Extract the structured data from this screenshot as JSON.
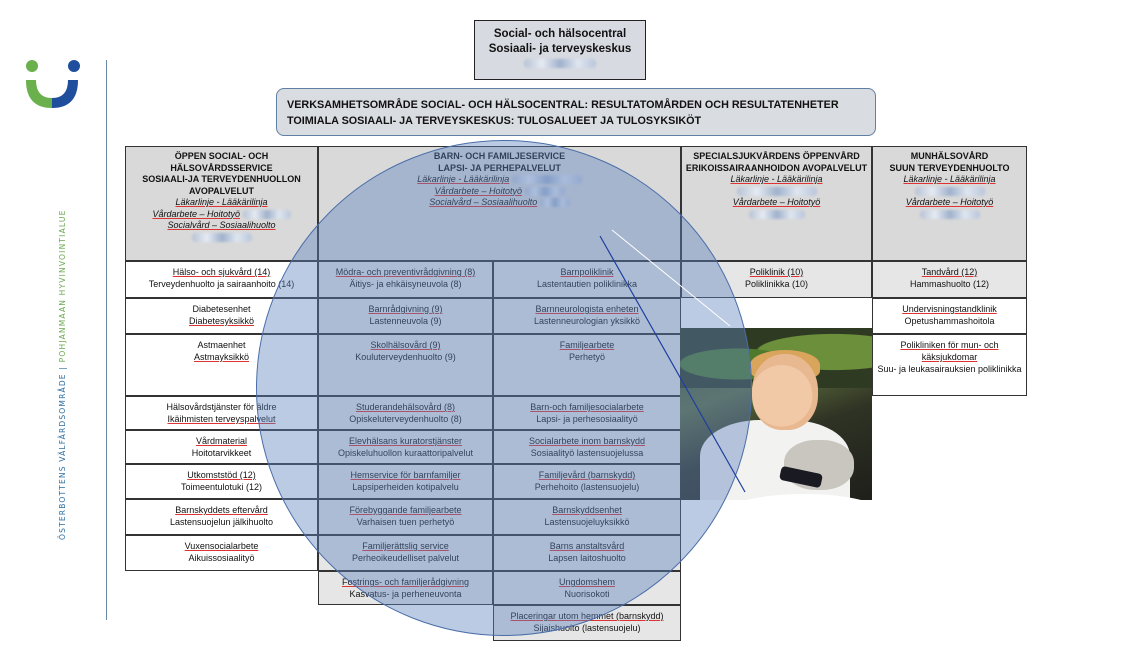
{
  "sidebar": {
    "vertical_text_part1": "ÖSTERBOTTENS VÄLFÄRDSOMRÅDE",
    "vertical_text_separator": "|",
    "vertical_text_part2": "POHJANMAAN HYVINVOINTIALUE",
    "logo_colors": {
      "blue": "#1f4f9c",
      "green": "#6ab04c"
    }
  },
  "title": {
    "line1": "Social- och hälsocentral",
    "line2": "Sosiaali- ja terveyskeskus"
  },
  "banner": {
    "line1": "VERKSAMHETSOMRÅDE SOCIAL- OCH HÄLSOCENTRAL: RESULTATOMÅRDEN OCH RESULTATENHETER",
    "line2": "TOIMIALA SOSIAALI- JA TERVEYSKESKUS: TULOSALUEET JA TULOSYKSIKÖT"
  },
  "columns": {
    "col1": {
      "header": {
        "title1": "ÖPPEN SOCIAL- OCH",
        "title2": "HÄLSOVÅRDSSERVICE",
        "title3": "SOSIAALI-JA TERVEYDENHUOLLON",
        "title4": "AVOPALVELUT",
        "line1": "Läkarlinje - Lääkärilinja",
        "line2": "Vårdarbete – Hoitotyö",
        "line3": "Socialvård – Sosiaalihuolto"
      },
      "rows": [
        {
          "sv": "Hälso- och sjukvård (14)",
          "fi": "Terveydenhuolto ja sairaanhoito (14)"
        },
        {
          "sv": "Diabetesenhet",
          "fi": "Diabetesyksikkö"
        },
        {
          "sv": "Astmaenhet",
          "fi": "Astmayksikkö"
        },
        {
          "sv": "Hälsovårdstjänster för äldre",
          "fi": "Ikäihmisten terveyspalvelut"
        },
        {
          "sv": "Vårdmaterial",
          "fi": "Hoitotarvikkeet"
        },
        {
          "sv": "Utkomststöd (12)",
          "fi": "Toimeentulotuki (12)"
        },
        {
          "sv": "Barnskyddets eftervård",
          "fi": "Lastensuojelun jälkihuolto"
        },
        {
          "sv": "Vuxensocialarbete",
          "fi": "Aikuissosiaalityö"
        }
      ]
    },
    "col2": {
      "header": {
        "title1": "BARN- OCH FAMILJESERVICE",
        "title2": "LAPSI- JA PERHEPALVELUT",
        "line1": "Läkarlinje - Lääkärilinja",
        "line2": "Vårdarbete – Hoitotyö",
        "line3": "Socialvård – Sosiaalihuolto"
      },
      "left_rows": [
        {
          "sv": "Mödra- och preventivrådgivning (8)",
          "fi": "Äitiys- ja ehkäisyneuvola (8)"
        },
        {
          "sv": "Barnrådgivning (9)",
          "fi": "Lastenneuvola (9)"
        },
        {
          "sv": "Skolhälsovård (9)",
          "fi": "Kouluterveydenhuolto (9)"
        },
        {
          "sv": "Studerandehälsovård (8)",
          "fi": "Opiskeluterveydenhuolto (8)"
        },
        {
          "sv": "Elevhälsans kuratorstjänster",
          "fi": "Opiskeluhuollon kuraattoripalvelut"
        },
        {
          "sv": "Hemservice för barnfamiljer",
          "fi": "Lapsiperheiden kotipalvelu"
        },
        {
          "sv": "Förebyggande familjearbete",
          "fi": "Varhaisen tuen perhetyö"
        },
        {
          "sv": "Familjerättslig service",
          "fi": "Perheoikeudelliset palvelut"
        },
        {
          "sv": "Fostrings- och familjerådgivning",
          "fi": "Kasvatus- ja perheneuvonta"
        }
      ],
      "right_rows": [
        {
          "sv": "Barnpoliklinik",
          "fi": "Lastentautien poliklinikka"
        },
        {
          "sv": "Barnneurologista enheten",
          "fi": "Lastenneurologian yksikkö"
        },
        {
          "sv": "Familjearbete",
          "fi": "Perhetyö"
        },
        {
          "sv": "Barn-och familjesocialarbete",
          "fi": "Lapsi- ja perhesosiaalityö"
        },
        {
          "sv": "Socialarbete inom barnskydd",
          "fi": "Sosiaalityö lastensuojelussa"
        },
        {
          "sv": "Familjevård (barnskydd)",
          "fi": "Perhehoito (lastensuojelu)"
        },
        {
          "sv": "Barnskyddsenhet",
          "fi": "Lastensuojeluyksikkö"
        },
        {
          "sv": "Barns anstaltsvård",
          "fi": "Lapsen laitoshuolto"
        },
        {
          "sv": "Ungdomshem",
          "fi": "Nuorisokoti"
        },
        {
          "sv": "Placeringar utom hemmet (barnskydd)",
          "fi": "Sijaishuolto (lastensuojelu)"
        }
      ]
    },
    "col3": {
      "header": {
        "title1": "SPECIALSJUKVÅRDENS ÖPPENVÅRD",
        "title2": "ERIKOISSAIRAANHOIDON AVOPALVELUT",
        "line1": "Läkarlinje - Lääkärilinja",
        "line2": "Vårdarbete – Hoitotyö"
      },
      "rows": [
        {
          "sv": "Poliklinik (10)",
          "fi": "Poliklinikka (10)"
        }
      ]
    },
    "col4": {
      "header": {
        "title1": "MUNHÄLSOVÅRD",
        "title2": "SUUN TERVEYDENHUOLTO",
        "line1": "Läkarlinje - Lääkärilinja",
        "line2": "Vårdarbete – Hoitotyö"
      },
      "rows": [
        {
          "sv": "Tandvård (12)",
          "fi": "Hammashuolto (12)"
        },
        {
          "sv": "Undervisningstandklinik",
          "fi": "Opetushammashoitola"
        },
        {
          "sv": "Polikliniken för mun- och käksjukdomar",
          "fi": "Suu- ja leukasairauksien poliklinikka"
        }
      ]
    }
  }
}
